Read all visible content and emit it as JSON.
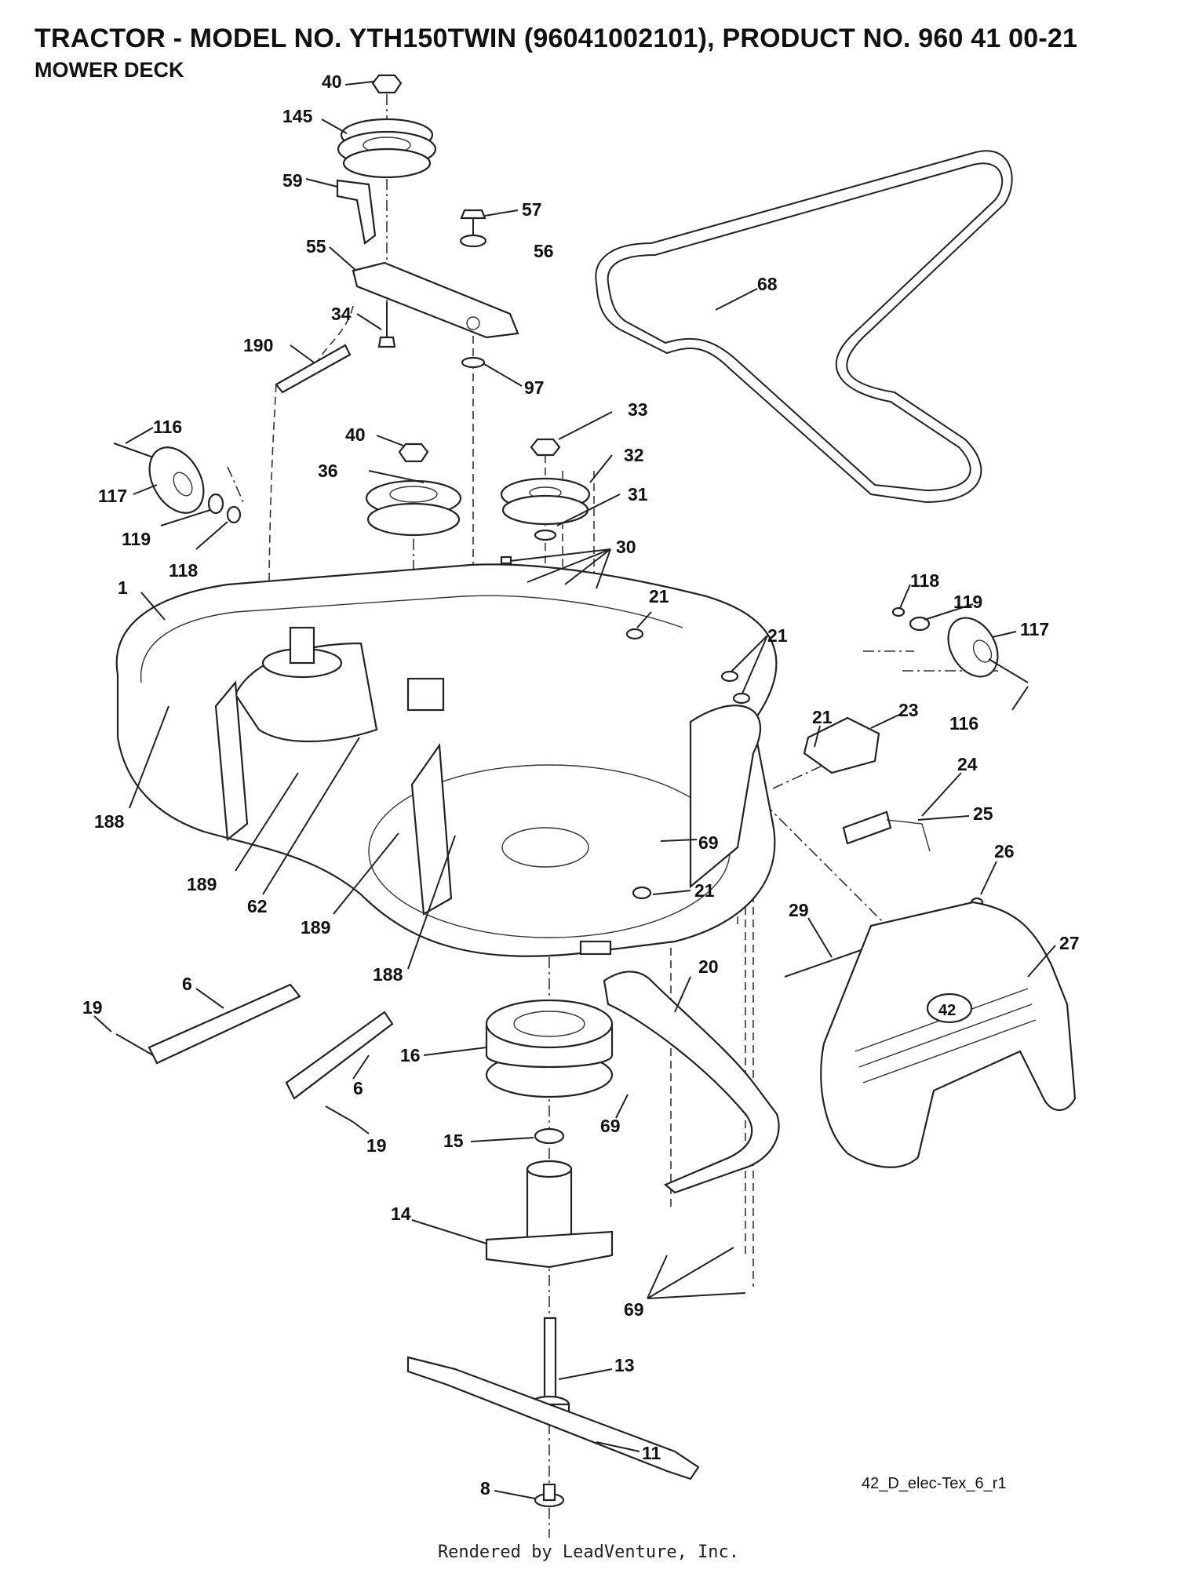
{
  "header": {
    "title": "TRACTOR - MODEL NO. YTH150TWIN (96041002101), PRODUCT NO. 960 41 00-21",
    "subtitle": "MOWER DECK"
  },
  "drawing_code": "42_D_elec-Tex_6_r1",
  "footer": "Rendered by LeadVenture, Inc.",
  "deck_badge": "42",
  "callouts": {
    "c40a": "40",
    "c145": "145",
    "c59": "59",
    "c57": "57",
    "c56": "56",
    "c55": "55",
    "c68": "68",
    "c34": "34",
    "c190": "190",
    "c97": "97",
    "c116a": "116",
    "c33": "33",
    "c40b": "40",
    "c32": "32",
    "c36": "36",
    "c117a": "117",
    "c31": "31",
    "c119a": "119",
    "c118a": "118",
    "c30": "30",
    "c1": "1",
    "c21a": "21",
    "c118b": "118",
    "c119b": "119",
    "c21b": "21",
    "c117b": "117",
    "c116b": "116",
    "c23": "23",
    "c21c": "21",
    "c24": "24",
    "c188a": "188",
    "c25": "25",
    "c69a": "69",
    "c189a": "189",
    "c62": "62",
    "c21d": "21",
    "c26": "26",
    "c189b": "189",
    "c29": "29",
    "c27": "27",
    "c188b": "188",
    "c20": "20",
    "c6a": "6",
    "c19a": "19",
    "c16": "16",
    "c6b": "6",
    "c19b": "19",
    "c69b": "69",
    "c15": "15",
    "c14": "14",
    "c69c": "69",
    "c13": "13",
    "c11": "11",
    "c8": "8"
  }
}
